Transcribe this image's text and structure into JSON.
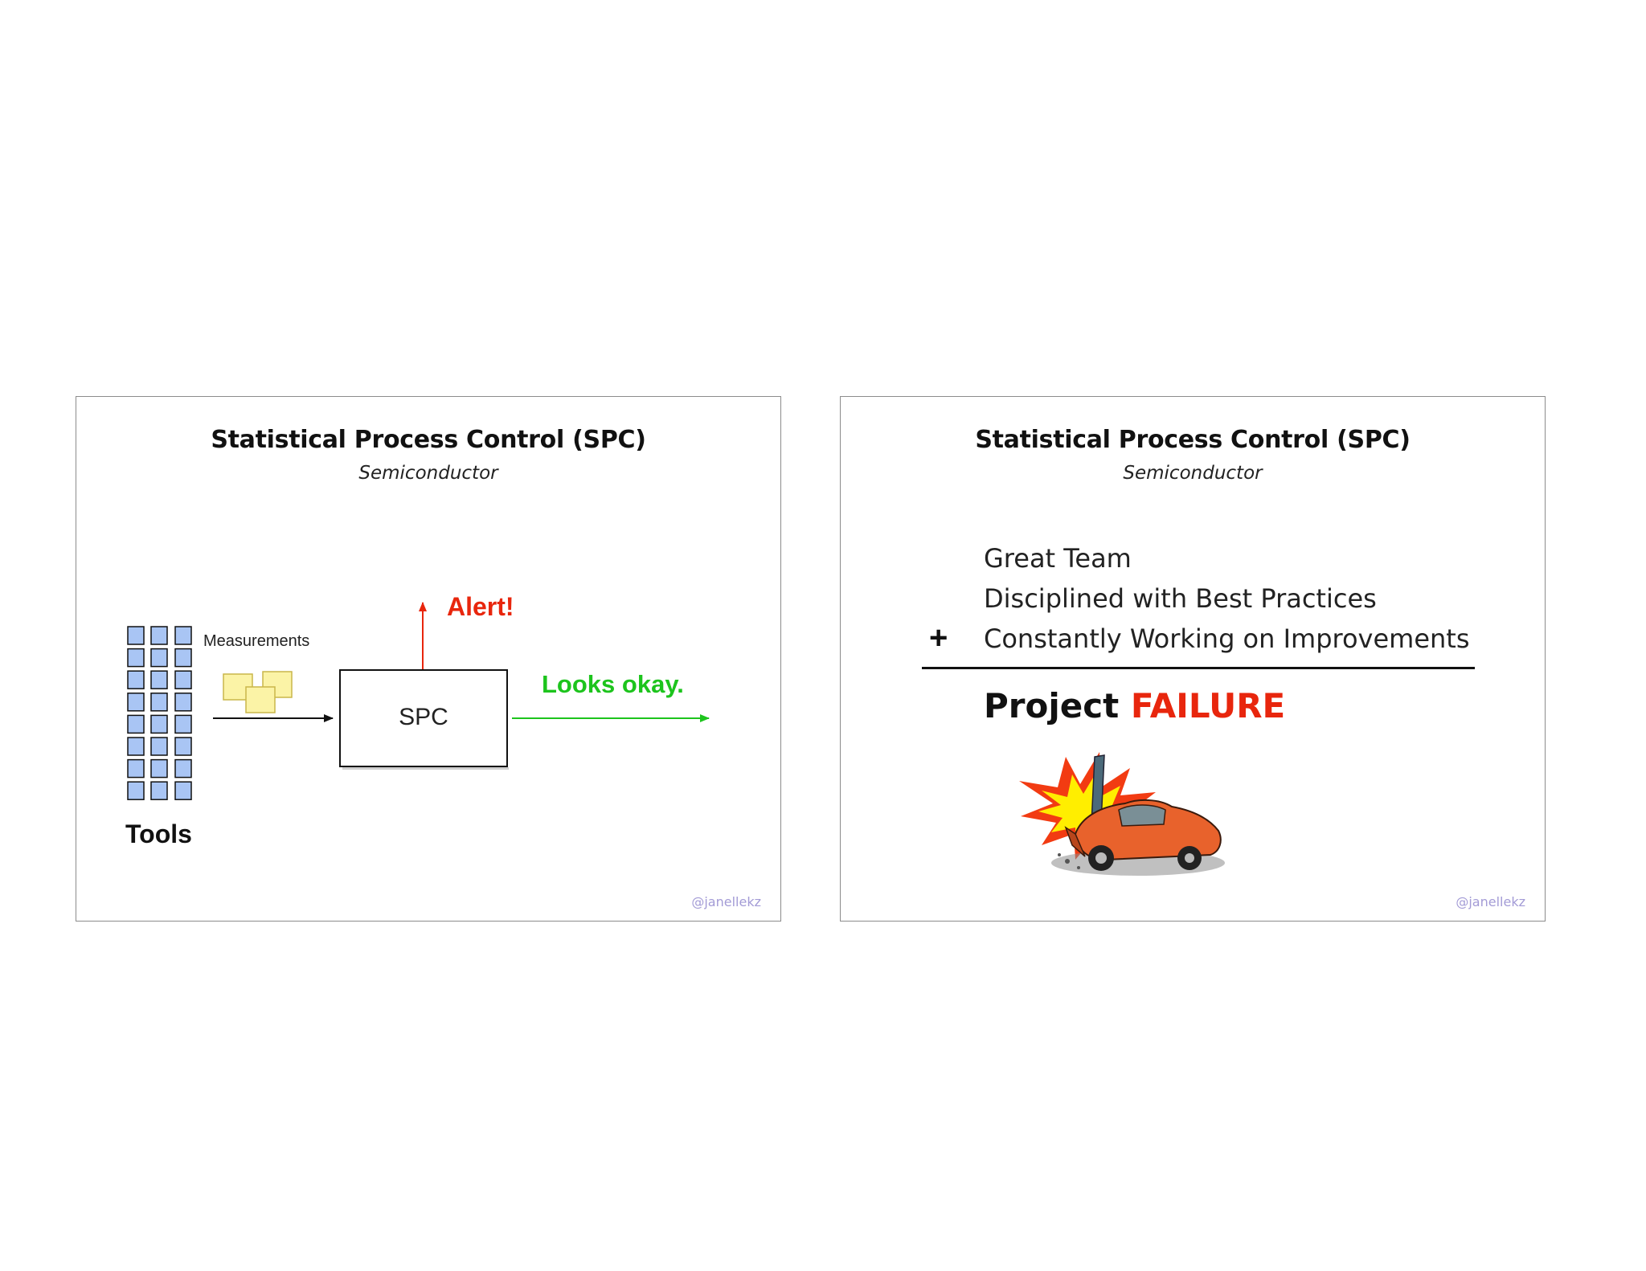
{
  "slides": [
    {
      "title": "Statistical Process Control (SPC)",
      "subtitle": "Semiconductor",
      "diagram": {
        "tools_label": "Tools",
        "measurements_label": "Measurements",
        "spc_label": "SPC",
        "alert_label": "Alert!",
        "okay_label": "Looks okay."
      },
      "watermark": "@janellekz"
    },
    {
      "title": "Statistical Process Control (SPC)",
      "subtitle": "Semiconductor",
      "items": [
        "Great Team",
        "Disciplined with Best Practices",
        "Constantly Working on Improvements"
      ],
      "plus_sign": "+",
      "result_prefix": "Project",
      "result_highlight": "FAILURE",
      "watermark": "@janellekz"
    }
  ],
  "colors": {
    "alert": "#e8260d",
    "okay": "#1dc41d",
    "tool_fill": "#a9c5f4",
    "note_fill": "#fbf3a6",
    "watermark": "#a39bd6"
  },
  "icons": {
    "tools_grid": "tool-icon",
    "measurement_notes": "sticky-note-icon",
    "crash_illustration": "car-crash-icon"
  }
}
